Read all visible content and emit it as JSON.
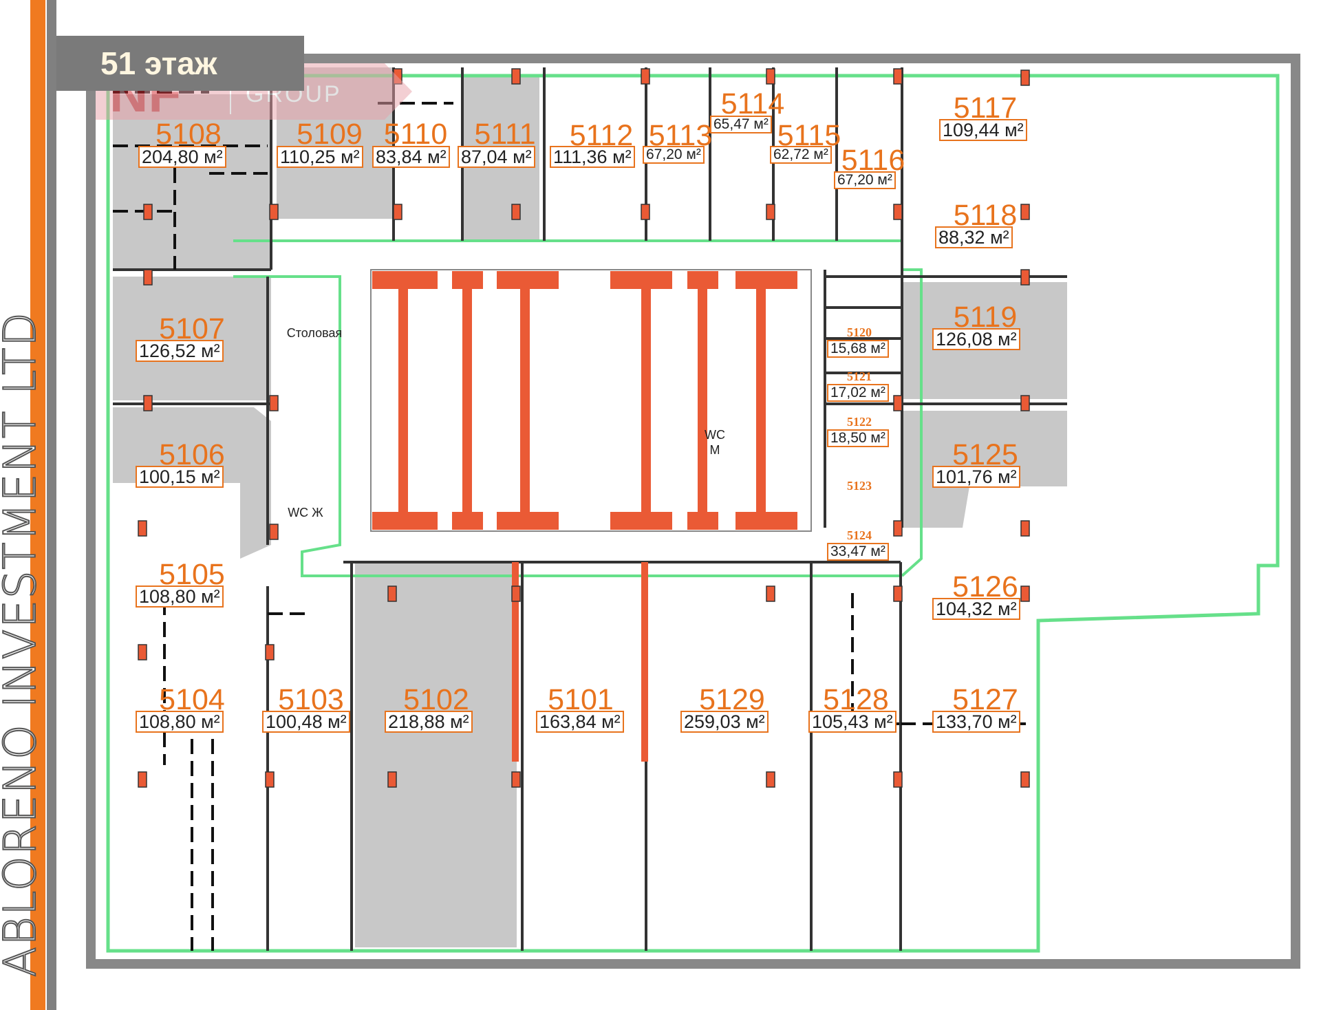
{
  "company": "ABLORENO INVESTMENT LTD",
  "floor": "51 этаж",
  "watermark": {
    "mark": "NF",
    "text": "GROUP"
  },
  "colors": {
    "accent": "#f07a20",
    "sidebar": "#808080",
    "grey_room": "#c8c8c8",
    "wall_green": "#66e08a",
    "column_red": "#ea5a35"
  },
  "labels": {
    "stolovaya": "Столовая",
    "wc_f": "WC Ж",
    "wc_m": "WC\nМ"
  },
  "rooms": [
    {
      "num": "5108",
      "area": "204,80 м²"
    },
    {
      "num": "5109",
      "area": "110,25 м²"
    },
    {
      "num": "5110",
      "area": "83,84 м²"
    },
    {
      "num": "5111",
      "area": "87,04 м²"
    },
    {
      "num": "5112",
      "area": "111,36 м²"
    },
    {
      "num": "5113",
      "area": "67,20 м²"
    },
    {
      "num": "5114",
      "area": "65,47 м²"
    },
    {
      "num": "5115",
      "area": "62,72 м²"
    },
    {
      "num": "5116",
      "area": "67,20 м²"
    },
    {
      "num": "5117",
      "area": "109,44 м²"
    },
    {
      "num": "5118",
      "area": "88,32 м²"
    },
    {
      "num": "5120",
      "area": "15,68 м²"
    },
    {
      "num": "5121",
      "area": "17,02 м²"
    },
    {
      "num": "5122",
      "area": "18,50 м²"
    },
    {
      "num": "5119",
      "area": "126,08 м²"
    },
    {
      "num": "5107",
      "area": "126,52 м²"
    },
    {
      "num": "5106",
      "area": "100,15 м²"
    },
    {
      "num": "5123",
      "area": ""
    },
    {
      "num": "5124",
      "area": "33,47 м²"
    },
    {
      "num": "5125",
      "area": "101,76 м²"
    },
    {
      "num": "5105",
      "area": "108,80 м²"
    },
    {
      "num": "5126",
      "area": "104,32 м²"
    },
    {
      "num": "5104",
      "area": "108,80 м²"
    },
    {
      "num": "5103",
      "area": "100,48 м²"
    },
    {
      "num": "5102",
      "area": "218,88 м²"
    },
    {
      "num": "5101",
      "area": "163,84 м²"
    },
    {
      "num": "5129",
      "area": "259,03 м²"
    },
    {
      "num": "5128",
      "area": "105,43 м²"
    },
    {
      "num": "5127",
      "area": "133,70 м²"
    }
  ]
}
